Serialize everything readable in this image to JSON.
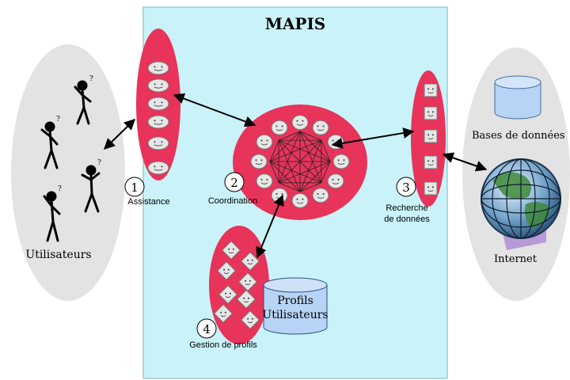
{
  "title": "MAPIS",
  "left_cloud": {
    "label": "Utilisateurs"
  },
  "right_cloud": {
    "db_label": "Bases de données",
    "internet_label": "Internet"
  },
  "components": [
    {
      "number": "1",
      "label": "Assistance"
    },
    {
      "number": "2",
      "label": "Coordination"
    },
    {
      "number": "3",
      "label_line1": "Recherche",
      "label_line2": "de données"
    },
    {
      "number": "4",
      "label": "Gestion de profils"
    }
  ],
  "profile_db": {
    "line1": "Profils",
    "line2": "Utilisateurs"
  },
  "colors": {
    "panel": "#c9f3f8",
    "agent_group": "#e8335a",
    "cloud": "#e3e3e3",
    "database": "#b7d3f5",
    "agent_face": "#e6e6e6",
    "mesh": "#222222"
  },
  "icons": {
    "users": "stick-figure-icon",
    "agent": "smiley-face-icon",
    "database": "database-cylinder-icon",
    "internet": "globe-icon"
  }
}
